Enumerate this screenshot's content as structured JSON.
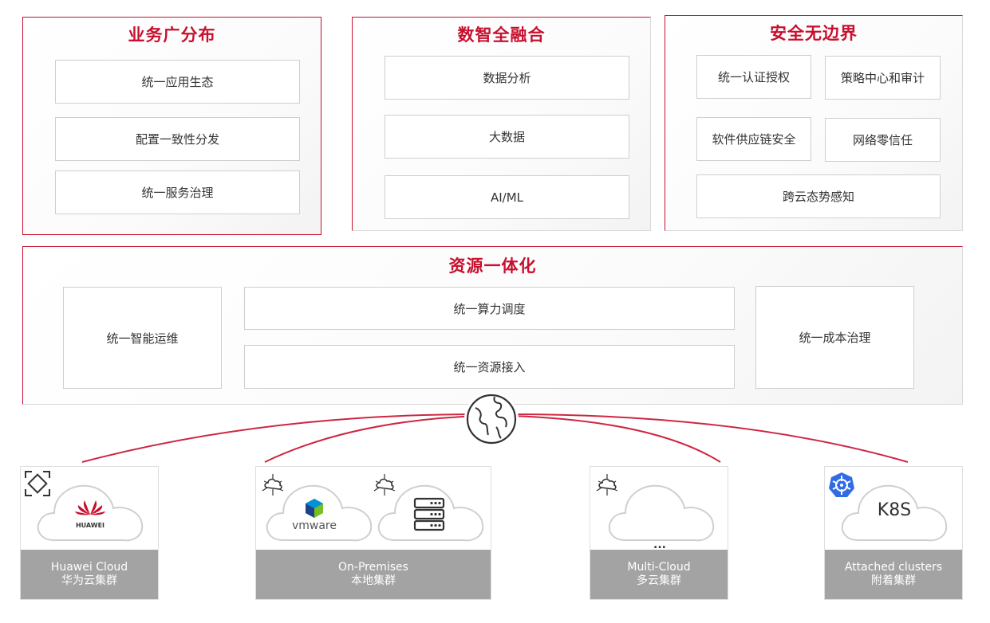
{
  "business": {
    "title": "业务广分布",
    "items": [
      "统一应用生态",
      "配置一致性分发",
      "统一服务治理"
    ]
  },
  "data_fusion": {
    "title": "数智全融合",
    "items": [
      "数据分析",
      "大数据",
      "AI/ML"
    ]
  },
  "security": {
    "title": "安全无边界",
    "items": [
      "统一认证授权",
      "策略中心和审计",
      "软件供应链安全",
      "网络零信任",
      "跨云态势感知"
    ]
  },
  "resources": {
    "title": "资源一体化",
    "left": "统一智能运维",
    "center_top": "统一算力调度",
    "center_bottom": "统一资源接入",
    "right": "统一成本治理"
  },
  "clusters": [
    {
      "en": "Huawei Cloud",
      "zh": "华为云集群",
      "logo_text": "HUAWEI"
    },
    {
      "en": "On-Premises",
      "zh": "本地集群",
      "logo_text": "vmware"
    },
    {
      "en": "Multi-Cloud",
      "zh": "多云集群",
      "logo_text": "..."
    },
    {
      "en": "Attached clusters",
      "zh": "附着集群",
      "logo_text": "K8S"
    }
  ],
  "colors": {
    "accent": "#c8102e",
    "caption_bg": "#a3a3a3",
    "box_border": "#cfcfcf"
  },
  "icons": [
    "globe-icon",
    "cloud-icon",
    "hub-icon",
    "server-icon",
    "kubernetes-icon",
    "diamond-frame-icon",
    "huawei-logo",
    "vmware-logo"
  ]
}
